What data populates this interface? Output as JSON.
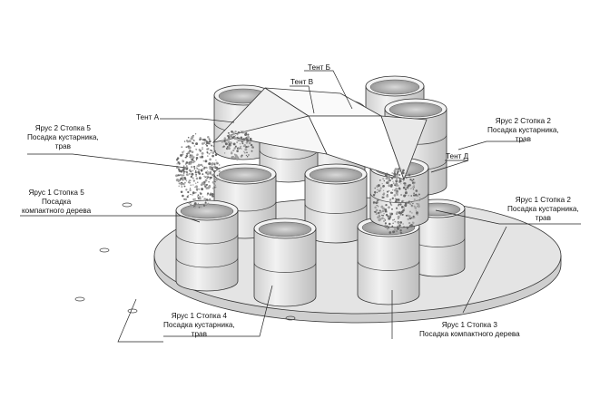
{
  "labels": {
    "tent_a": "Тент А",
    "tent_b": "Тент Б",
    "tent_v": "Тент В",
    "tent_d": "Тент Д",
    "t2s5": [
      "Ярус 2 Стопка 5",
      "Посадка кустарника,",
      "трав"
    ],
    "t2s2": [
      "Ярус 2 Стопка 2",
      "Посадка кустарника,",
      "трав"
    ],
    "t1s5": [
      "Ярус 1 Стопка 5",
      "Посадка",
      "компактного дерева"
    ],
    "t1s2": [
      "Ярус 1 Стопка 2",
      "Посадка кустарника,",
      "трав"
    ],
    "t1s4": [
      "Ярус 1 Стопка 4",
      "Посадка кустарника,",
      "трав"
    ],
    "t1s3": [
      "Ярус 1 Стопка 3",
      "Посадка компактного дерева"
    ]
  },
  "colors": {
    "line": "#333333",
    "cylinder_side": "#e6e6e6",
    "cylinder_top": "#f4f4f4",
    "platform": "#e2e2e2",
    "tent": "#f8f8f8",
    "foliage": "#8a8a8a"
  }
}
